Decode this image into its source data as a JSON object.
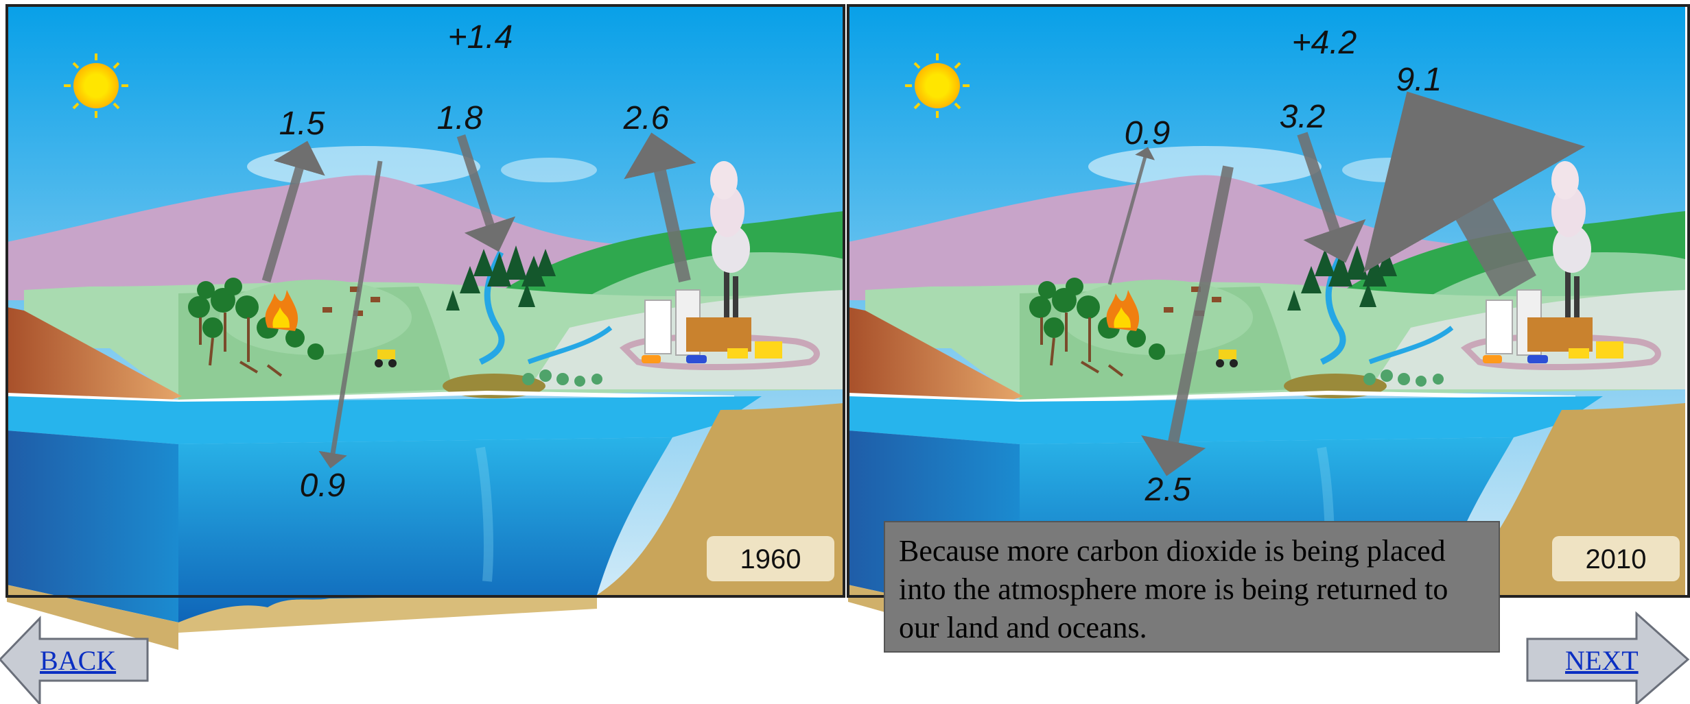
{
  "panels": [
    {
      "year": "1960",
      "atmosphere_change": "+1.4",
      "flux_values": [
        "1.5",
        "1.8",
        "2.6",
        "0.9"
      ]
    },
    {
      "year": "2010",
      "atmosphere_change": "+4.2",
      "flux_values": [
        "0.9",
        "3.2",
        "9.1",
        "2.5"
      ]
    }
  ],
  "caption": "Because more carbon dioxide is being placed into the atmosphere more is being returned to our land and oceans.",
  "nav": {
    "back_label": "BACK",
    "next_label": "NEXT"
  },
  "colors": {
    "arrow": "#6f6f6f",
    "caption_bg": "#7a7a7a",
    "link": "#0b2fc2",
    "nav_arrow": "#c8ccd4"
  }
}
